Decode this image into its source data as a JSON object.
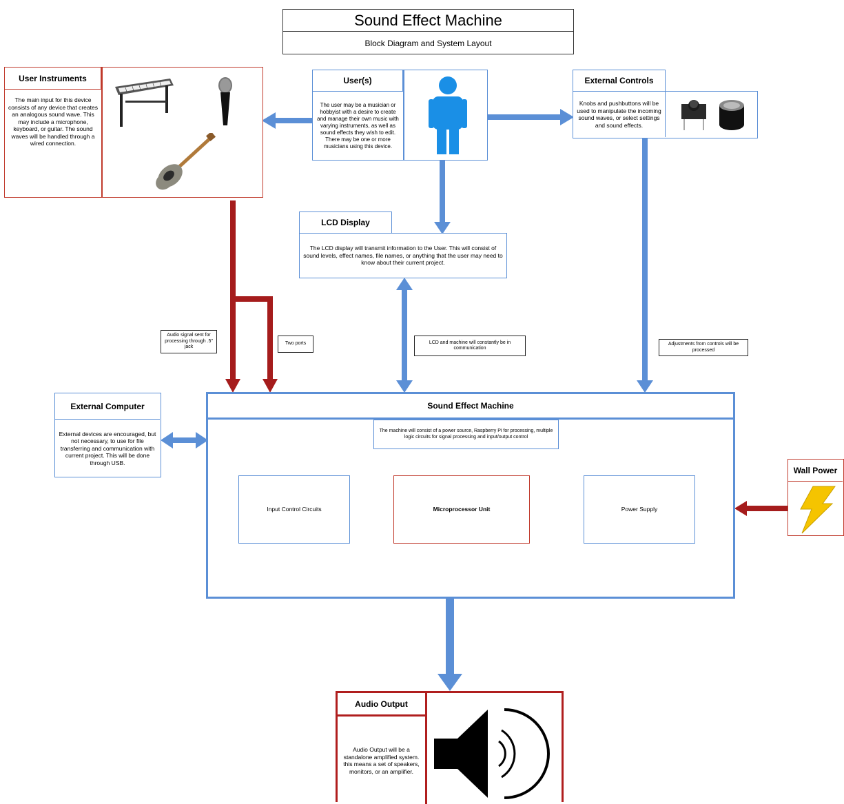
{
  "title": "Sound Effect Machine",
  "subtitle": "Block Diagram and System Layout",
  "user_instruments": {
    "header": "User Instruments",
    "body": "The main input for this device consists of any device that creates an analogous sound wave. This may include a microphone, keyboard, or guitar. The sound waves will be handled through a wired connection."
  },
  "users": {
    "header": "User(s)",
    "body": "The user may be a musician or hobbyist with a desire to create and manage their own music with varying instruments, as well as sound effects they wish to edit. There may be one or more musicians using this device."
  },
  "external_controls": {
    "header": "External Controls",
    "body": "Knobs and pushbuttons will be used to manipulate the incoming sound waves, or select settings and sound effects."
  },
  "lcd": {
    "header": "LCD Display",
    "body": "The LCD display will transmit information to the User. This will consist of sound levels, effect names, file names, or anything that the user may need to know about their current project."
  },
  "labels": {
    "audio_signal": "Audio signal sent for processing through .5\" jack",
    "two_ports": "Two ports",
    "lcd_comm": "LCD and machine will constantly be in communication",
    "adjustments": "Adjustments from controls will be processed"
  },
  "external_computer": {
    "header": "External Computer",
    "body": "External devices are encouraged, but not necessary, to use for file transferring and communication with current project. This will be done through USB."
  },
  "machine": {
    "header": "Sound Effect Machine",
    "body": "The machine will consist of a power source, Raspberry Pi for processing, multiple logic circuits for signal processing and input/output control",
    "input_control": "Input Control Circuits",
    "microprocessor": "Microprocessor Unit",
    "power_supply": "Power Supply"
  },
  "wall_power": {
    "header": "Wall Power"
  },
  "audio_output": {
    "header": "Audio Output",
    "body": "Audio Output will be a standalone amplified system. this means a set of speakers, monitors, or an amplifier."
  },
  "colors": {
    "blue": "#5b8fd6",
    "red": "#a51c1c",
    "user_blue": "#1a8fe6",
    "bolt": "#f5c400"
  },
  "icons": [
    "keyboard-icon",
    "microphone-icon",
    "guitar-icon",
    "user-figure-icon",
    "pushbutton-icon",
    "knob-icon",
    "lightning-icon",
    "speaker-icon"
  ]
}
